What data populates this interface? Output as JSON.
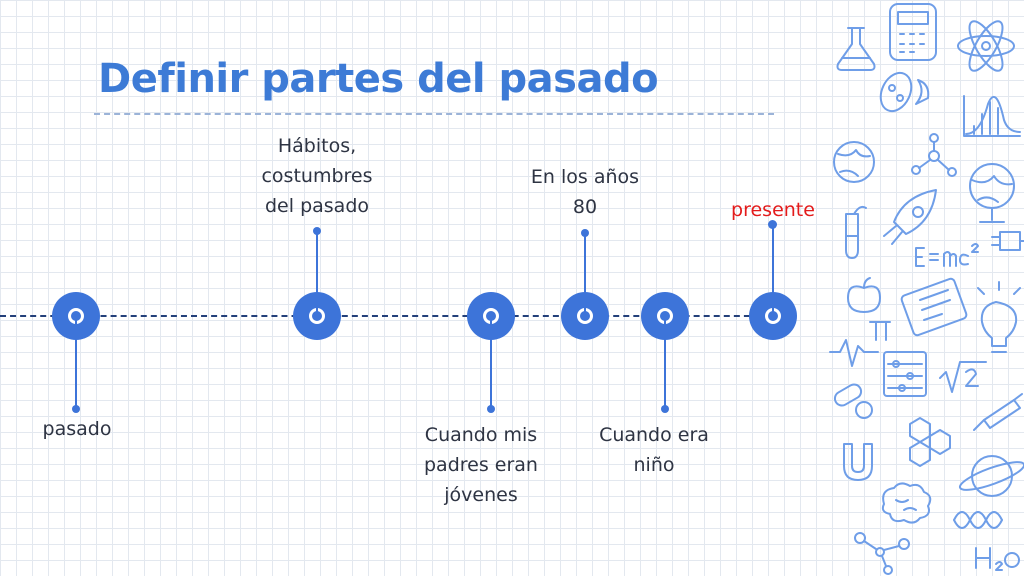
{
  "slide": {
    "title": "Definir partes del pasado"
  },
  "timeline": {
    "events": [
      {
        "id": "pasado",
        "label": "pasado",
        "position": "below"
      },
      {
        "id": "habitos",
        "label": "Hábitos, costumbres del pasado",
        "position": "above"
      },
      {
        "id": "padres",
        "label": "Cuando mis padres eran jóvenes",
        "position": "below"
      },
      {
        "id": "anos80",
        "label": "En los años 80",
        "position": "above"
      },
      {
        "id": "nino",
        "label": "Cuando era niño",
        "position": "below"
      },
      {
        "id": "presente",
        "label": "presente",
        "position": "above",
        "color": "#e31b1b"
      }
    ]
  },
  "colors": {
    "title": "#3d7bd6",
    "node": "#3d74d9",
    "timeline_line": "#23407a",
    "presente": "#e31b1b",
    "doodles": "#6f9ee8"
  },
  "decoration": {
    "icons": [
      "flask-icon",
      "calculator-icon",
      "atom-icon",
      "microbe-icon",
      "bell-curve-graph-icon",
      "globe-icon",
      "molecule-icon",
      "rocket-icon",
      "test-tube-icon",
      "apple-icon",
      "tablet-icon",
      "energy-formula-icon",
      "plug-icon",
      "pi-icon",
      "lightbulb-icon",
      "heartbeat-icon",
      "abacus-icon",
      "square-root-icon",
      "pill-icon",
      "syringe-icon",
      "magnet-icon",
      "hexagon-molecule-icon",
      "planet-icon",
      "brain-icon",
      "dna-icon",
      "water-formula-icon"
    ]
  }
}
